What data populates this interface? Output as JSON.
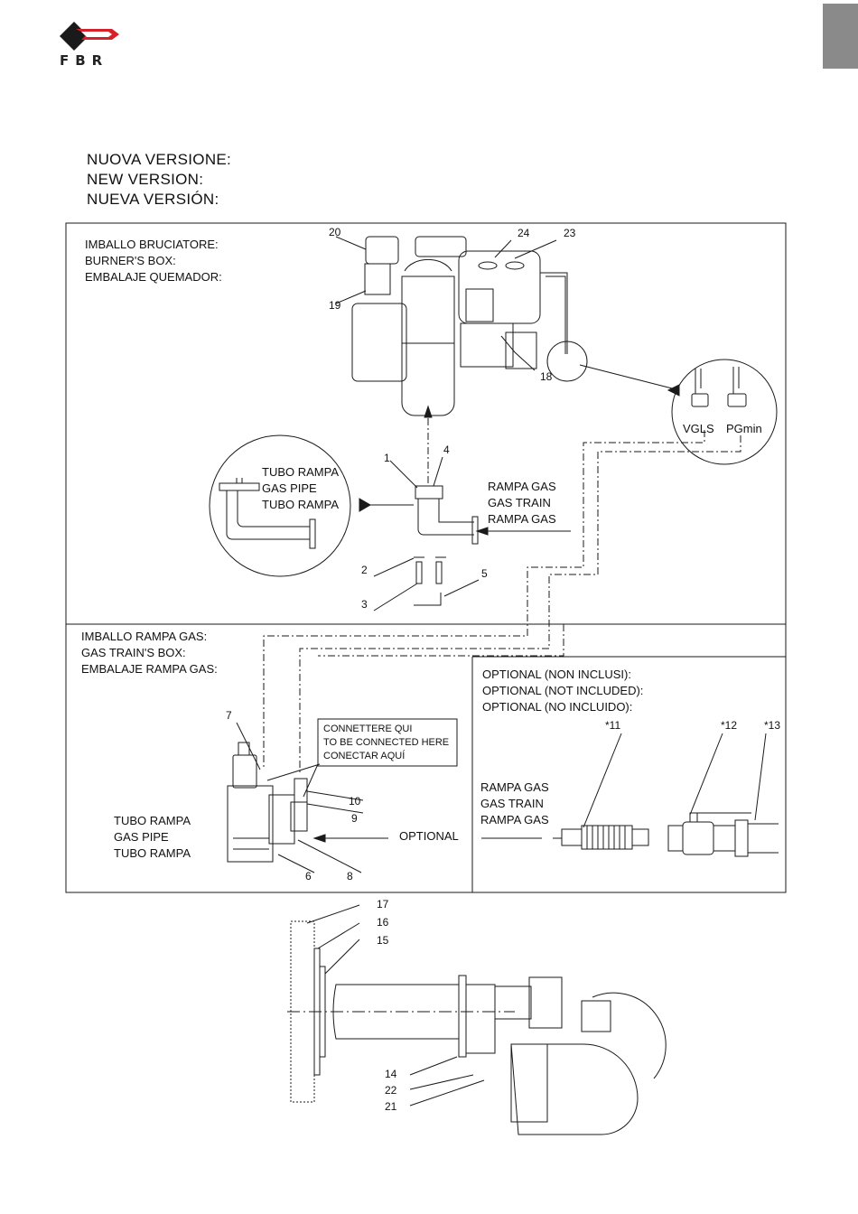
{
  "brand": {
    "logo_text": "FBR"
  },
  "header": {
    "lines": [
      "NUOVA VERSIONE:",
      "NEW VERSION:",
      "NUEVA VERSIÓN:"
    ]
  },
  "burner_box": {
    "lines": [
      "IMBALLO BRUCIATORE:",
      "BURNER'S BOX:",
      "EMBALAJE QUEMADOR:"
    ]
  },
  "gas_pipe_detail": {
    "lines": [
      "TUBO RAMPA",
      "GAS PIPE",
      "TUBO RAMPA"
    ]
  },
  "gas_train_label": {
    "lines": [
      "RAMPA GAS",
      "GAS TRAIN",
      "RAMPA GAS"
    ]
  },
  "switches": {
    "vgls": "VGLS",
    "pgmin": "PGmin"
  },
  "gas_train_box": {
    "lines": [
      "IMBALLO RAMPA GAS:",
      "GAS TRAIN'S BOX:",
      "EMBALAJE RAMPA GAS:"
    ]
  },
  "connect_note": {
    "lines": [
      "CONNETTERE QUI",
      "TO BE CONNECTED HERE",
      "CONECTAR AQUÍ"
    ]
  },
  "lower_pipe_label": {
    "lines": [
      "TUBO RAMPA",
      "GAS PIPE",
      "TUBO RAMPA"
    ]
  },
  "optional_arrow_label": "OPTIONAL",
  "optional_box": {
    "lines": [
      "OPTIONAL (NON INCLUSI):",
      "OPTIONAL (NOT INCLUDED):",
      "OPTIONAL (NO INCLUIDO):"
    ],
    "train_lines": [
      "RAMPA GAS",
      "GAS TRAIN",
      "RAMPA GAS"
    ],
    "items": [
      "*11",
      "*12",
      "*13"
    ]
  },
  "callouts": {
    "n1": "1",
    "n2": "2",
    "n3": "3",
    "n4": "4",
    "n5": "5",
    "n6": "6",
    "n7": "7",
    "n8": "8",
    "n9": "9",
    "n10": "10",
    "n14": "14",
    "n15": "15",
    "n16": "16",
    "n17": "17",
    "n18": "18",
    "n19": "19",
    "n20": "20",
    "n21": "21",
    "n22": "22",
    "n23": "23",
    "n24": "24"
  },
  "colors": {
    "logo_red": "#d8202a",
    "logo_black": "#1a1a1a",
    "tab_grey": "#8a8a8a"
  }
}
